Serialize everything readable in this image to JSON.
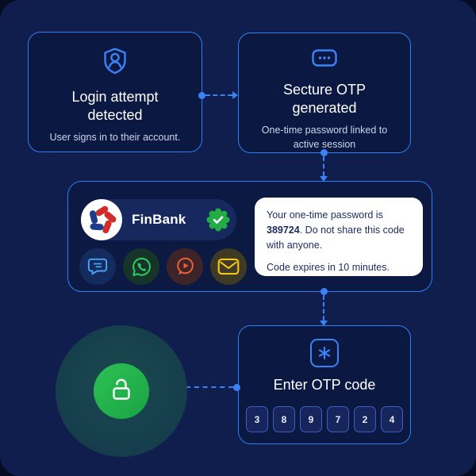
{
  "steps": {
    "login": {
      "icon": "shield-user-icon",
      "title": "Login attempt detected",
      "subtitle": "User signs in to their account."
    },
    "otp_generated": {
      "icon": "message-dots-icon",
      "title": "Secture OTP generated",
      "subtitle": "One-time password linked to active session"
    },
    "delivery": {
      "bank_name": "FinBank",
      "badge": "verified-badge-icon",
      "channels": [
        "sms-icon",
        "whatsapp-icon",
        "video-message-icon",
        "email-icon"
      ],
      "message": {
        "prefix": "Your one-time password is ",
        "code": "389724",
        "suffix": ". Do not share this code with anyone.",
        "expiry": "Code expires in 10 minutes."
      }
    },
    "enter_otp": {
      "icon": "asterisk-icon",
      "title": "Enter OTP code",
      "digits": [
        "3",
        "8",
        "9",
        "7",
        "2",
        "4"
      ]
    },
    "unlocked": {
      "icon": "unlock-icon"
    }
  },
  "colors": {
    "background": "#101e4d",
    "box_fill": "#0b1841",
    "box_border": "#2d7ff2",
    "connector": "#3b82f6",
    "title_text": "#ffffff",
    "subtitle_text": "#ccd6ec",
    "message_card_bg": "#ffffff",
    "message_text": "#1c2b5e",
    "verified_green": "#22ad44",
    "unlock_green": "#25b24b",
    "unlock_glow": "#173f4c",
    "logo_red": "#d22b2b",
    "logo_blue": "#1d3c8c",
    "sms_blue": "#4aa3f7",
    "whatsapp_green": "#2ecc5e",
    "video_orange": "#f2602e",
    "mail_yellow": "#f5c518"
  }
}
